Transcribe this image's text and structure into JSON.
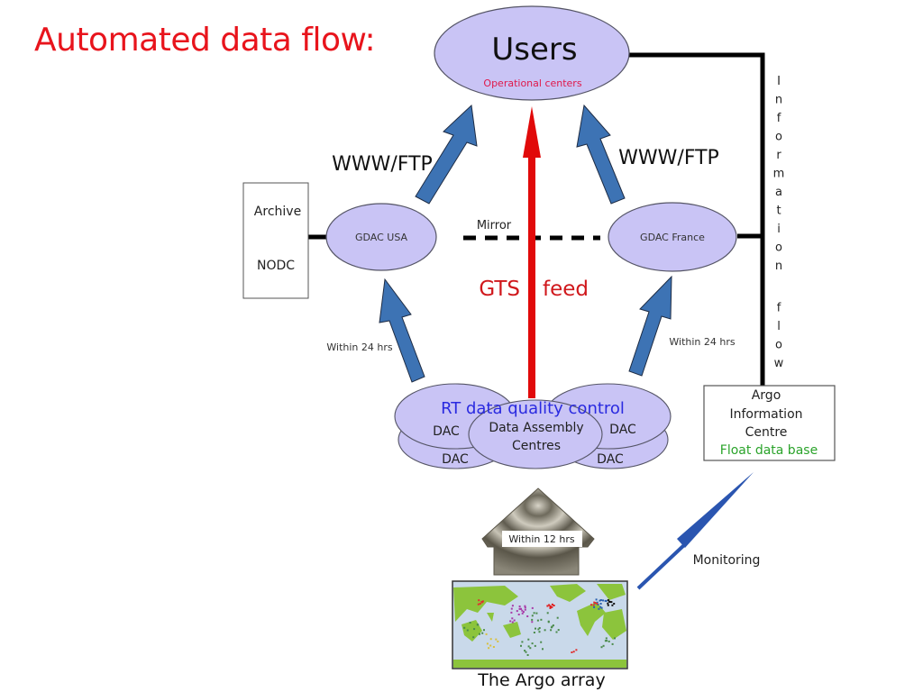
{
  "title": "Automated data flow:",
  "colors": {
    "title": "#e8141c",
    "ellipse_fill": "#c9c4f5",
    "ellipse_stroke": "#555566",
    "blue_arrow": "#3d73b4",
    "red_arrow": "#e10a0a",
    "gts_text": "#d0181c",
    "rt_text": "#2a2ae0",
    "float_db_text": "#2aa32a",
    "operational_text": "#e0184a",
    "monitoring_arrow": "#2a55b0"
  },
  "nodes": {
    "users": {
      "label": "Users",
      "sublabel": "Operational centers"
    },
    "gdac_usa": {
      "label": "GDAC USA"
    },
    "gdac_france": {
      "label": "GDAC France"
    },
    "archive": {
      "line1": "Archive",
      "line2": "NODC"
    },
    "dac": {
      "title": "RT data quality control",
      "center_line1": "Data Assembly",
      "center_line2": "Centres",
      "left_top": "DAC",
      "left_bottom": "DAC",
      "right_top": "DAC",
      "right_bottom": "DAC"
    },
    "aic": {
      "line1": "Argo",
      "line2": "Information",
      "line3": "Centre",
      "line4": "Float data base"
    },
    "argo_array": {
      "label": "The Argo array"
    }
  },
  "edges": {
    "www_ftp_left": "WWW/FTP",
    "www_ftp_right": "WWW/FTP",
    "mirror": "Mirror",
    "gts": "GTS",
    "feed": "feed",
    "within24_left": "Within 24 hrs",
    "within24_right": "Within 24 hrs",
    "within12": "Within 12 hrs",
    "monitoring": "Monitoring",
    "information_flow_letters": [
      "I",
      "n",
      "f",
      "o",
      "r",
      "m",
      "a",
      "t",
      "i",
      "o",
      "n",
      "",
      "f",
      "l",
      "o",
      "w"
    ]
  }
}
